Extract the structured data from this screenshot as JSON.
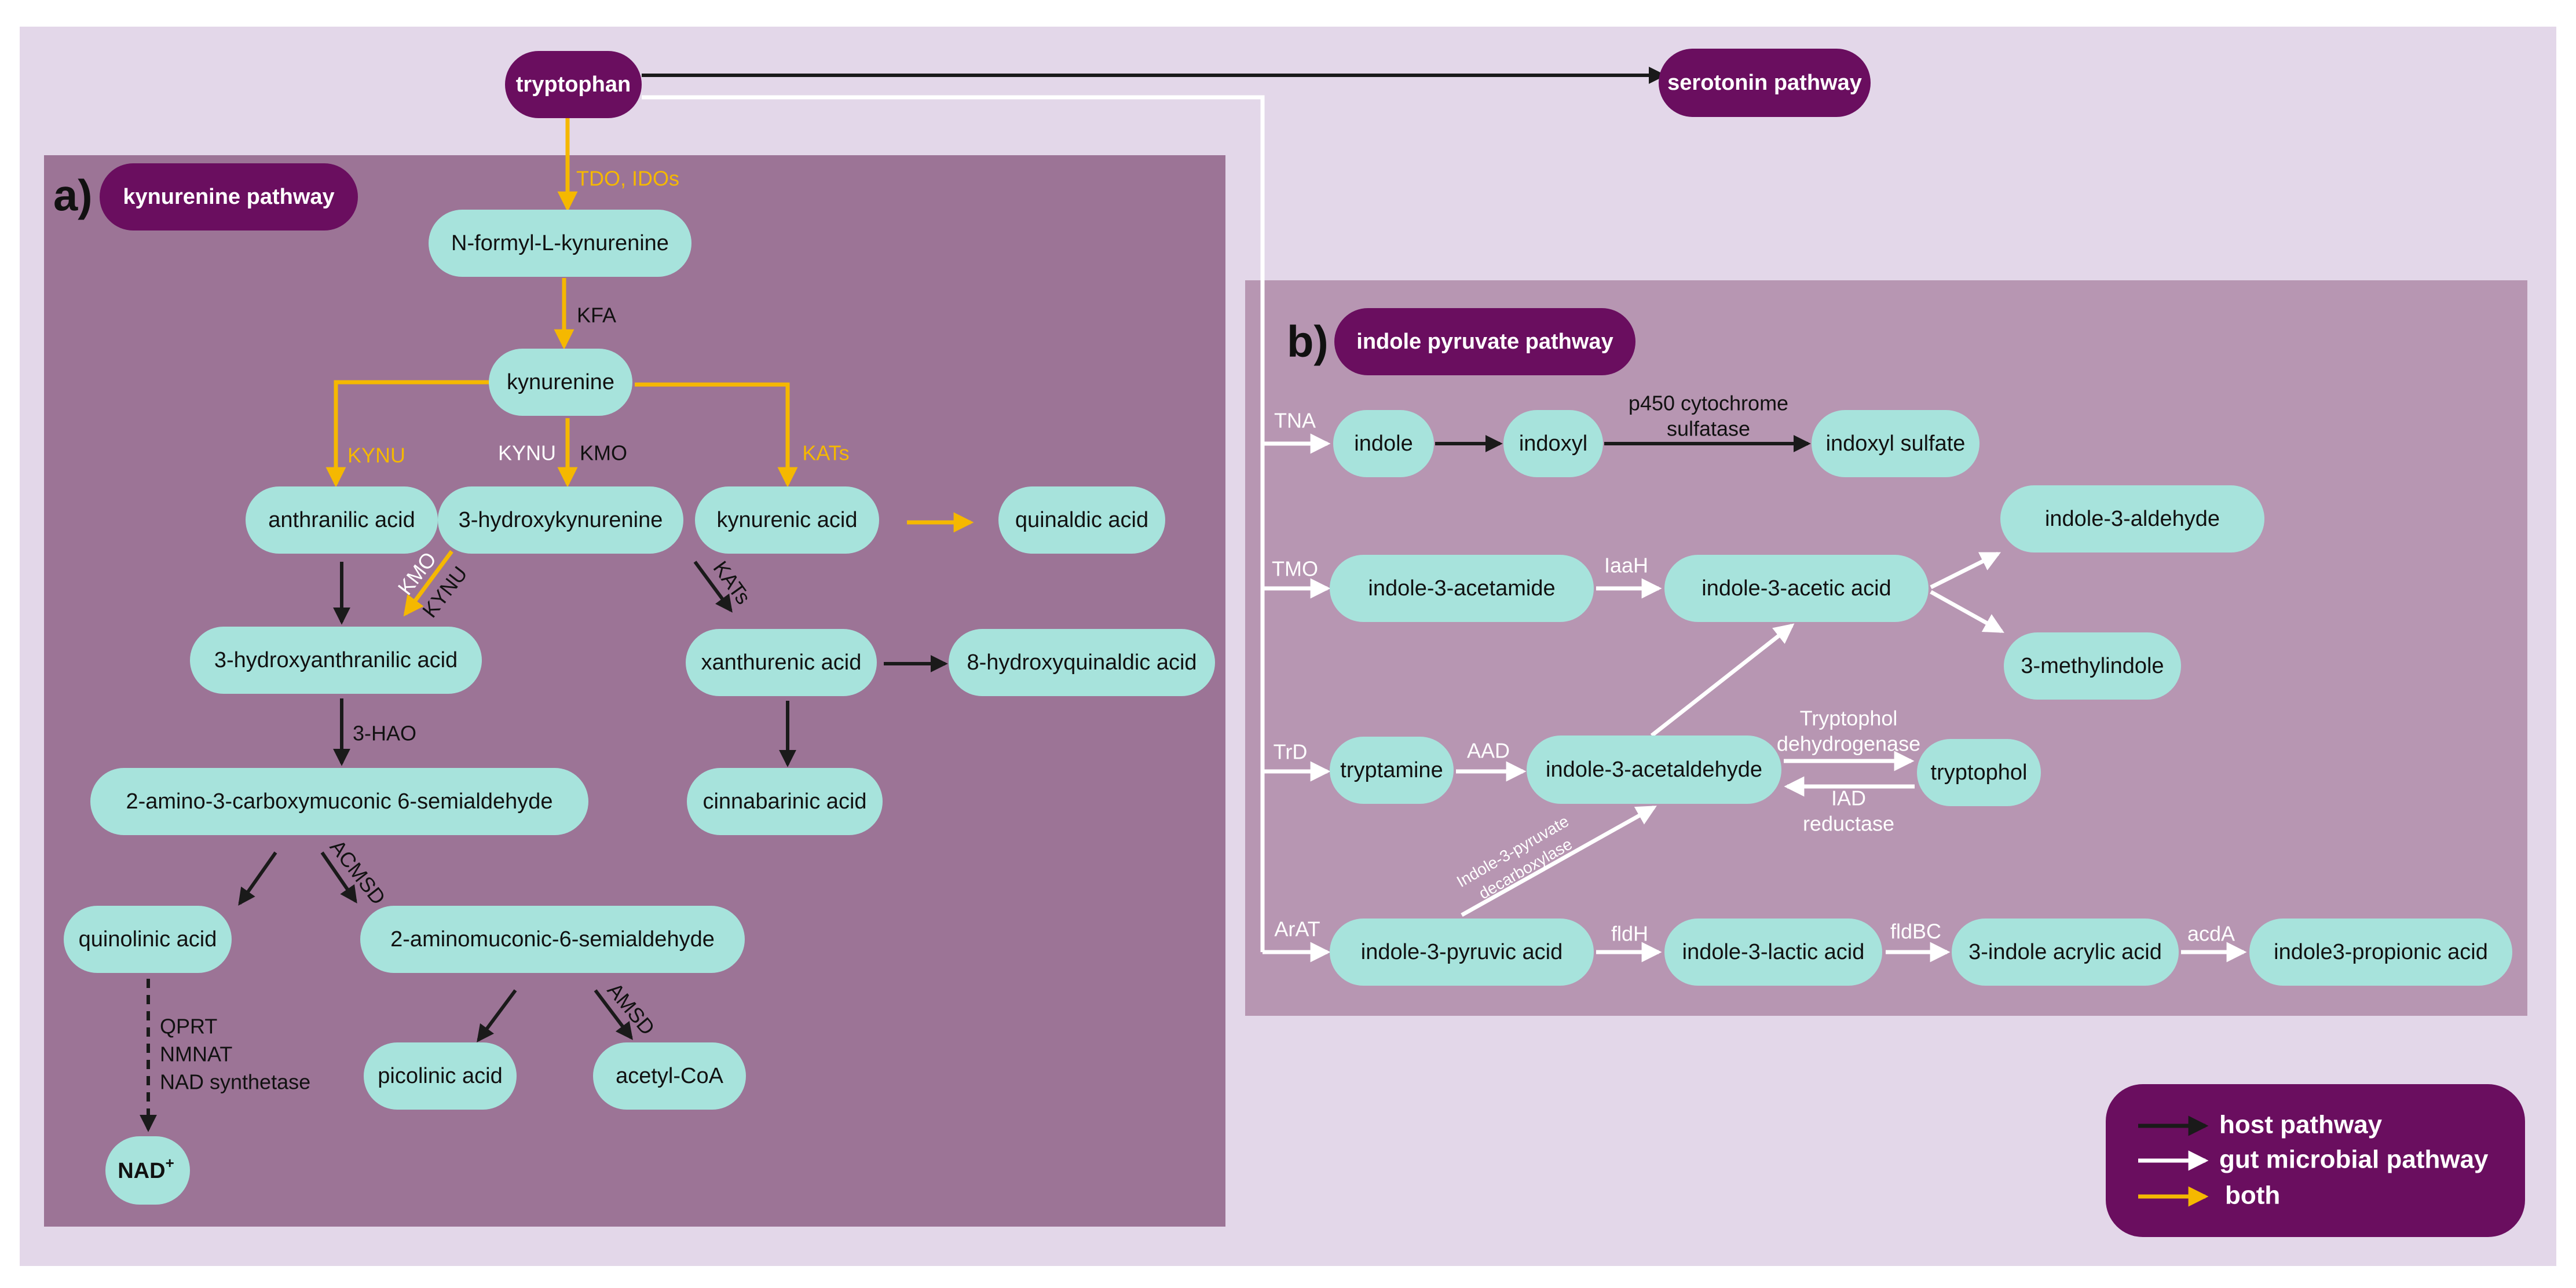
{
  "colors": {
    "outer_bg": "#e3d7e9",
    "panel_a_bg": "#9c7496",
    "panel_b_bg": "#b796b2",
    "node_fill": "#a7e3dc",
    "dark_node_fill": "#6a0e5f",
    "arrow_host": "#1a1a1a",
    "arrow_microbial": "#ffffff",
    "arrow_both": "#f5b800"
  },
  "panels": {
    "a": {
      "letter": "a)",
      "title": "kynurenine pathway"
    },
    "b": {
      "letter": "b)",
      "title": "indole pyruvate pathway"
    }
  },
  "top": {
    "tryptophan": "tryptophan",
    "serotonin": "serotonin pathway"
  },
  "nodes": {
    "n_formyl": "N-formyl-L-kynurenine",
    "kynurenine": "kynurenine",
    "anthranilic": "anthranilic acid",
    "hydroxykynurenine": "3-hydroxykynurenine",
    "kynurenic": "kynurenic acid",
    "quinaldic": "quinaldic acid",
    "hydroxyanthranilic": "3-hydroxyanthranilic acid",
    "xanthurenic": "xanthurenic acid",
    "hydroxyquinaldic": "8-hydroxyquinaldic acid",
    "acms": "2-amino-3-carboxymuconic 6-semialdehyde",
    "cinnabarinic": "cinnabarinic acid",
    "quinolinic": "quinolinic acid",
    "aminomuconic": "2-aminomuconic-6-semialdehyde",
    "picolinic": "picolinic acid",
    "acetyl_coa": "acetyl-CoA",
    "nad": "NAD",
    "nad_sup": "+",
    "indole": "indole",
    "indoxyl": "indoxyl",
    "indoxyl_sulfate": "indoxyl sulfate",
    "aldehyde": "indole-3-aldehyde",
    "acetamide": "indole-3-acetamide",
    "acetic": "indole-3-acetic acid",
    "methylindole": "3-methylindole",
    "tryptamine": "tryptamine",
    "acetaldehyde": "indole-3-acetaldehyde",
    "tryptophol": "tryptophol",
    "pyruvic": "indole-3-pyruvic acid",
    "lactic": "indole-3-lactic acid",
    "acrylic": "3-indole acrylic acid",
    "propionic": "indole3-propionic acid"
  },
  "enzymes": {
    "tdo_idos": "TDO, IDOs",
    "kfa": "KFA",
    "kynu_left": "KYNU",
    "kynu_mid": "KYNU",
    "kmo_mid": "KMO",
    "kats_right": "KATs",
    "kmo_diag": "KMO",
    "kynu_diag": "KYNU",
    "kats_diag": "KATs",
    "hao": "3-HAO",
    "acmsd": "ACMSD",
    "amsd": "AMSD",
    "qprt": "QPRT",
    "nmnat": "NMNAT",
    "nad_synthetase": "NAD synthetase",
    "tna": "TNA",
    "tmo": "TMO",
    "trd": "TrD",
    "arat": "ArAT",
    "p450_1": "p450 cytochrome",
    "p450_2": "sulfatase",
    "iaah": "IaaH",
    "aad": "AAD",
    "tryptophol_dh_1": "Tryptophol",
    "tryptophol_dh_2": "dehydrogenase",
    "iad_1": "IAD",
    "iad_2": "reductase",
    "decarb_1": "Indole-3-pyruvate",
    "decarb_2": "decarboxylase",
    "fldh": "fldH",
    "fldbc": "fldBC",
    "acda": "acdA"
  },
  "legend": {
    "host": "host pathway",
    "microbial": "gut microbial pathway",
    "both": "both"
  }
}
